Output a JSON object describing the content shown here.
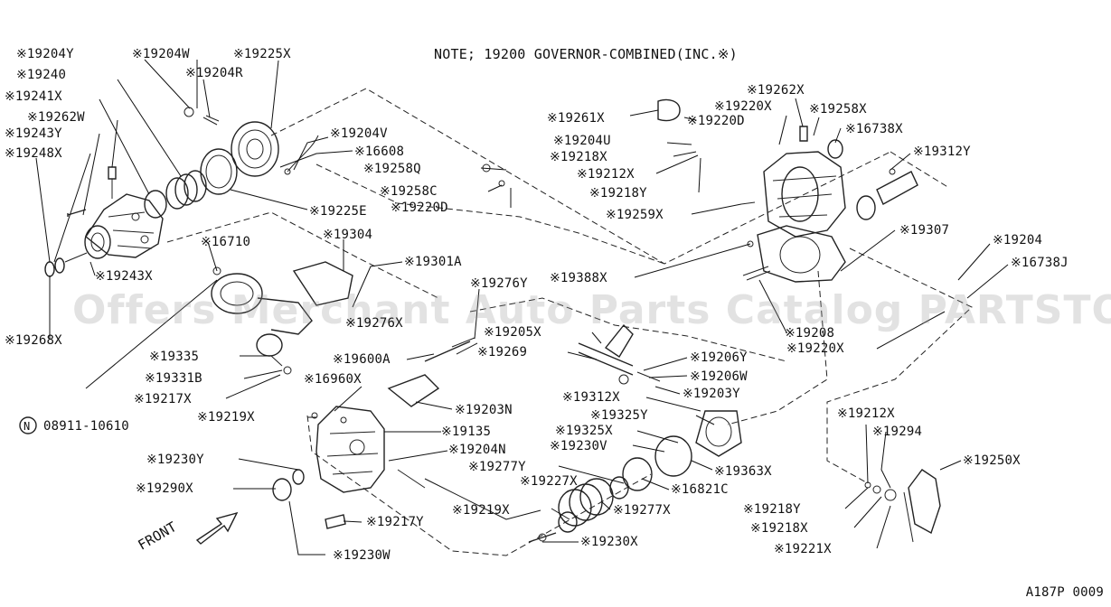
{
  "note": "NOTE; 19200 GOVERNOR-COMBINED(INC.※)",
  "diagram_code": "A187P 0009",
  "watermark": "Offers Merchant Auto Parts Catalog PARTSTORE.SA",
  "front_label": "FRONT",
  "labels": {
    "l19204Y_a": "※19204Y",
    "l19204W": "※19204W",
    "l19225X": "※19225X",
    "l19240": "※19240",
    "l19204R": "※19204R",
    "l19241X": "※19241X",
    "l19262W": "※19262W",
    "l19243Y": "※19243Y",
    "l19248X": "※19248X",
    "l19204V": "※19204V",
    "l16608": "※16608",
    "l19258Q": "※19258Q",
    "l19258C": "※19258C",
    "l19220D_a": "※19220D",
    "l19225E": "※19225E",
    "l16710": "※16710",
    "l19304": "※19304",
    "l19301A": "※19301A",
    "l19243X": "※19243X",
    "l19268X": "※19268X",
    "l19276Y": "※19276Y",
    "l19276X": "※19276X",
    "l19600A": "※19600A",
    "l19335": "※19335",
    "l19331B": "※19331B",
    "l19217X": "※19217X",
    "l16960X": "※16960X",
    "l08911": "08911-10610",
    "l19219X_a": "※19219X",
    "l19135": "※19135",
    "l19204N": "※19204N",
    "l19230Y": "※19230Y",
    "l19290X": "※19290X",
    "l19217Y": "※19217Y",
    "l19230W": "※19230W",
    "l19262X": "※19262X",
    "l19220X_a": "※19220X",
    "l19258X": "※19258X",
    "l19261X": "※19261X",
    "l19220D_b": "※19220D",
    "l16738X": "※16738X",
    "l19204U": "※19204U",
    "l19218X_a": "※19218X",
    "l19312Y": "※19312Y",
    "l19212X_a": "※19212X",
    "l19218Y_a": "※19218Y",
    "l19259X": "※19259X",
    "l19307": "※19307",
    "l19204": "※19204",
    "l16738J": "※16738J",
    "l19388X": "※19388X",
    "l19208": "※19208",
    "l19220X_b": "※19220X",
    "l19205X": "※19205X",
    "l19269": "※19269",
    "l19206Y": "※19206Y",
    "l19206W": "※19206W",
    "l19203Y": "※19203Y",
    "l19203N": "※19203N",
    "l19312X": "※19312X",
    "l19325Y": "※19325Y",
    "l19325X": "※19325X",
    "l19230V": "※19230V",
    "l19277Y_a": "※19277Y",
    "l19363X": "※19363X",
    "l19227X": "※19227X",
    "l16821C": "※16821C",
    "l19277X": "※19277X",
    "l19219X_b": "※19219X",
    "l19230X": "※19230X",
    "l19212X_b": "※19212X",
    "l19294": "※19294",
    "l19250X": "※19250X",
    "l19218Y_b": "※19218Y",
    "l19218X_b": "※19218X",
    "l19221X": "※19221X"
  }
}
